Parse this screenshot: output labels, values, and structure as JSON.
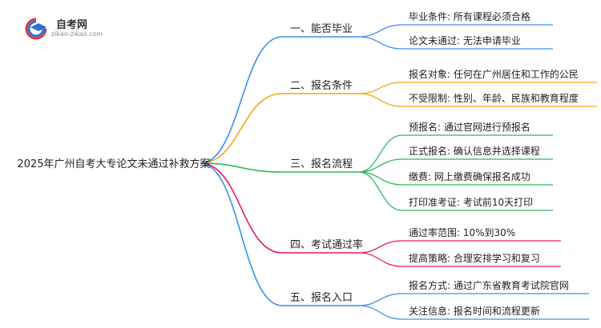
{
  "logo": {
    "name": "自考网",
    "url": "zikao-zikao.com"
  },
  "root": {
    "label": "2025年广州自考大专论文未通过补救方案"
  },
  "branches": [
    {
      "label": "一、能否毕业",
      "color": "#3d8fe8",
      "leaves": [
        "毕业条件: 所有课程必须合格",
        "论文未通过: 无法申请毕业"
      ]
    },
    {
      "label": "二、报名条件",
      "color": "#f0a51a",
      "leaves": [
        "报名对象: 任何在广州居住和工作的公民",
        "不受限制: 性别、年龄、民族和教育程度"
      ]
    },
    {
      "label": "三、报名流程",
      "color": "#2cb85c",
      "leaves": [
        "预报名: 通过官网进行预报名",
        "正式报名: 确认信息并选择课程",
        "缴费: 网上缴费确保报名成功",
        "打印准考证: 考试前10天打印"
      ]
    },
    {
      "label": "四、考试通过率",
      "color": "#e8156e",
      "leaves": [
        "通过率范围: 10%到30%",
        "提高策略: 合理安排学习和复习"
      ]
    },
    {
      "label": "五、报名入口",
      "color": "#3d8fe8",
      "leaves": [
        "报名方式: 通过广东省教育考试院官网",
        "关注信息: 报名时间和流程更新"
      ]
    }
  ]
}
